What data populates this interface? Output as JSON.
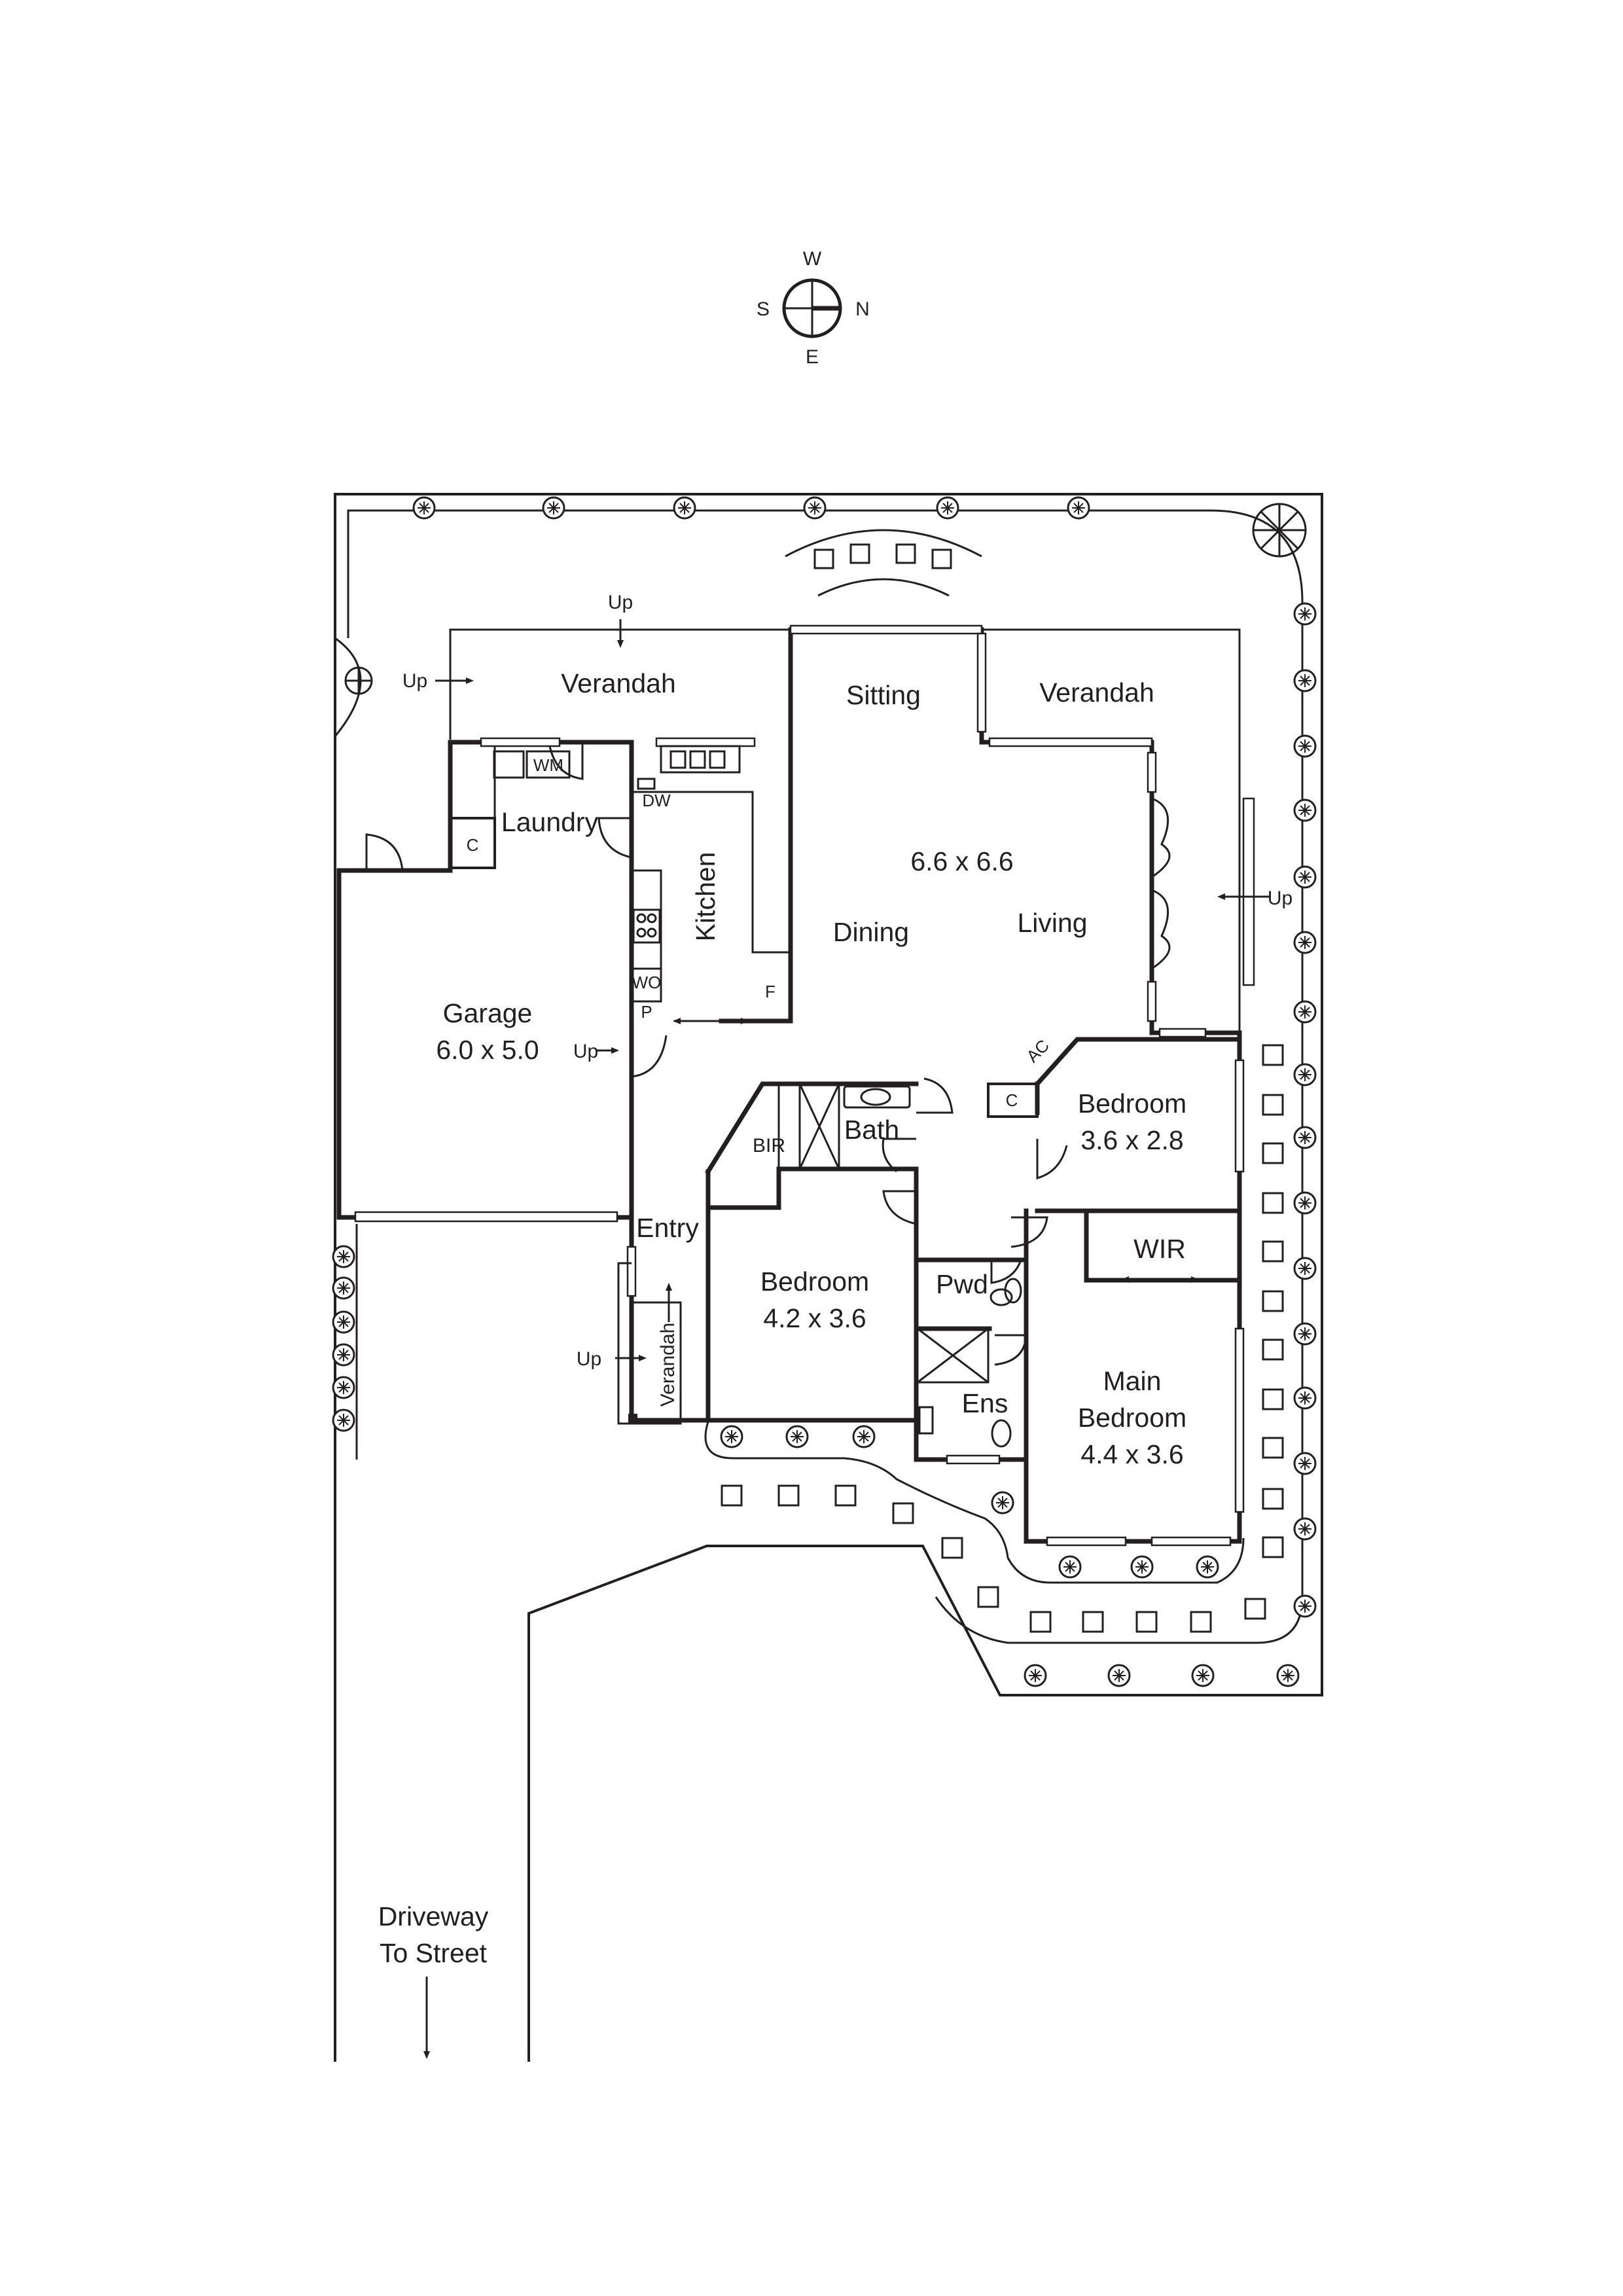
{
  "compass": {
    "top": "W",
    "left": "S",
    "right": "N",
    "bottom": "E"
  },
  "rooms": {
    "verandah_top": "Verandah",
    "sitting": "Sitting",
    "verandah_right": "Verandah",
    "laundry": "Laundry",
    "kitchen": "Kitchen",
    "living_dims": "6.6 x 6.6",
    "dining": "Dining",
    "living": "Living",
    "garage": "Garage",
    "garage_dims": "6.0 x 5.0",
    "bath": "Bath",
    "bir": "BIR",
    "bedroom_small": "Bedroom",
    "bedroom_small_dims": "3.6 x 2.8",
    "entry": "Entry",
    "bedroom_mid": "Bedroom",
    "bedroom_mid_dims": "4.2 x 3.6",
    "pwd": "Pwd",
    "wir": "WIR",
    "main_bedroom_line1": "Main",
    "main_bedroom_line2": "Bedroom",
    "main_bedroom_dims": "4.4 x 3.6",
    "ens": "Ens",
    "verandah_entry": "Verandah"
  },
  "fixtures": {
    "wm": "WM",
    "dw": "DW",
    "c_laundry": "C",
    "wo": "WO",
    "p": "P",
    "f": "F",
    "ac": "AC",
    "c_hall": "C"
  },
  "steps": {
    "up_top": "Up",
    "up_left": "Up",
    "up_right": "Up",
    "up_garage": "Up",
    "up_entry": "Up"
  },
  "driveway": {
    "line1": "Driveway",
    "line2": "To Street"
  }
}
